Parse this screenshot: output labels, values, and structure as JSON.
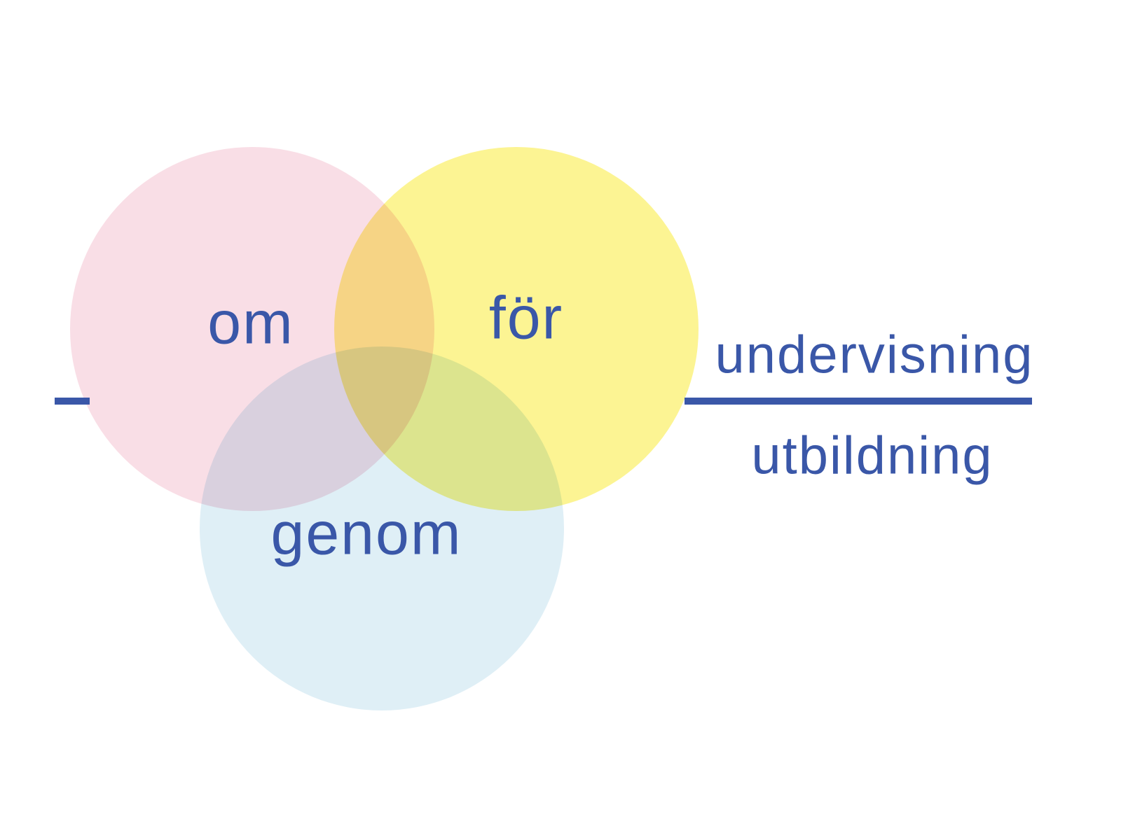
{
  "diagram": {
    "type": "venn",
    "title": "",
    "circles": [
      {
        "id": "om",
        "label": "om",
        "color": "#F9DEE6",
        "position": "top-left"
      },
      {
        "id": "for",
        "label": "för",
        "color": "#FCF493",
        "position": "top-right"
      },
      {
        "id": "genom",
        "label": "genom",
        "color": "#DFEFF6",
        "position": "bottom-center"
      }
    ],
    "fraction": {
      "numerator": "undervisning",
      "denominator": "utbildning"
    },
    "colors": {
      "text": "#3A57A8",
      "line": "#3A57A8",
      "background": "#FFFFFF",
      "overlap_pink_yellow": "#F8D985",
      "overlap_pink_blue": "#D9D0DE",
      "overlap_yellow_blue": "#DBE48E",
      "overlap_all": "#D2C47F"
    }
  }
}
